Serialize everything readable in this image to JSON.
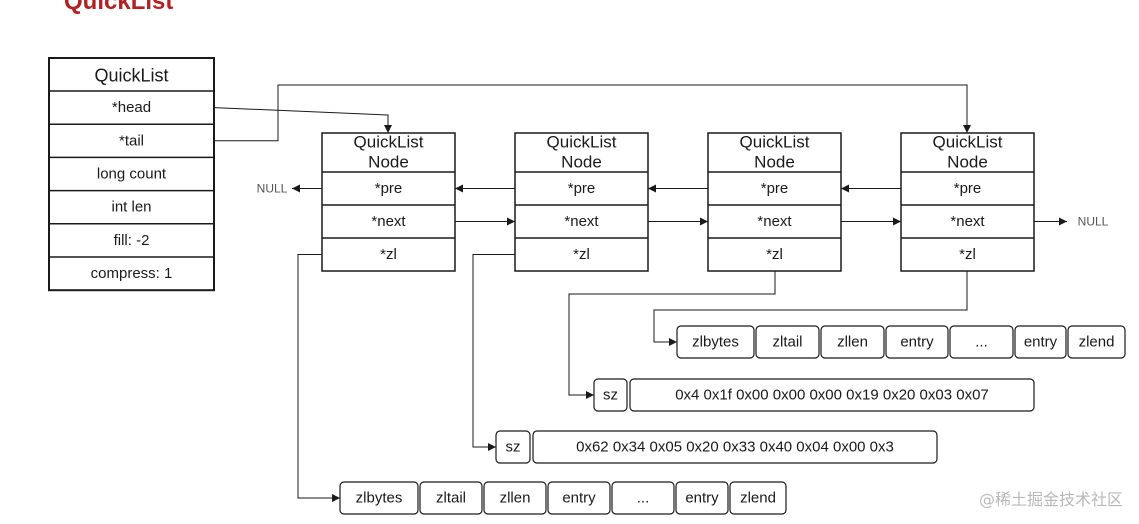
{
  "title": "QuickList",
  "watermark": "@稀土掘金技术社区",
  "quicklist": {
    "header": "QuickList",
    "fields": [
      "*head",
      "*tail",
      "long count",
      "int len",
      "fill: -2",
      "compress: 1"
    ]
  },
  "node": {
    "title_line1": "QuickList",
    "title_line2": "Node",
    "fields": [
      "*pre",
      "*next",
      "*zl"
    ]
  },
  "null_label": "NULL",
  "ziplist_cells": [
    "zlbytes",
    "zltail",
    "zllen",
    "entry",
    "...",
    "entry",
    "zlend"
  ],
  "sz_label": "sz",
  "compressed_data": [
    "0x4 0x1f 0x00 0x00 0x00 0x19 0x20 0x03 0x07",
    "0x62 0x34 0x05 0x20 0x33 0x40 0x04 0x00 0x3"
  ],
  "colors": {
    "title": "#b22222",
    "line": "#1a1a1a",
    "text": "#1a1a1a",
    "watermark": "#b8b8b8"
  }
}
